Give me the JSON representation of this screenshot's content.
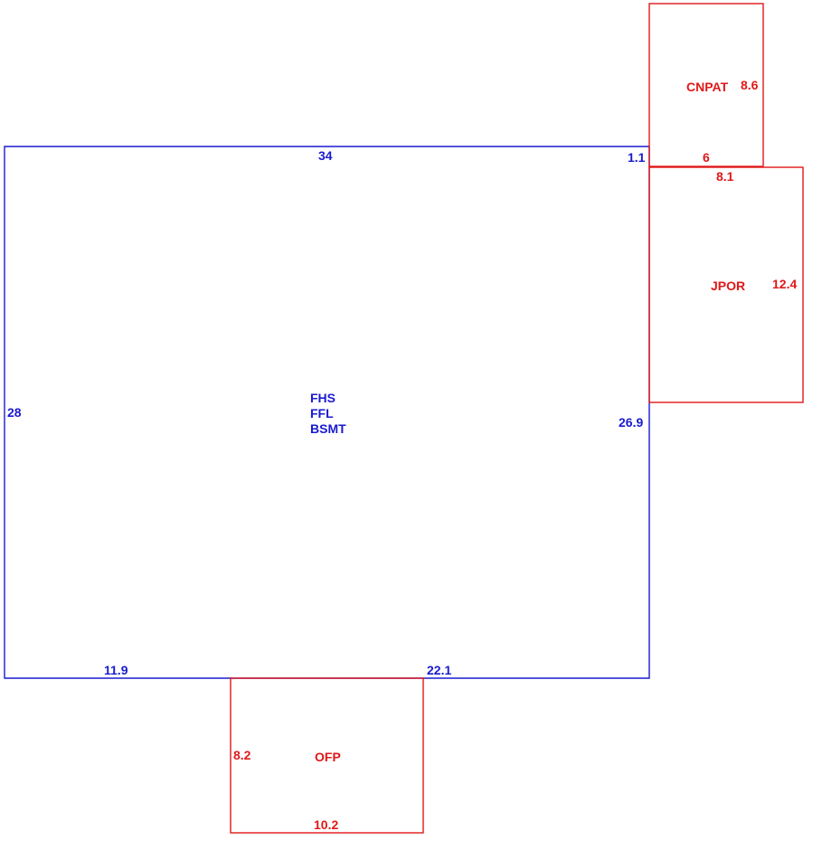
{
  "main_area": {
    "labels": [
      "FHS",
      "FFL",
      "BSMT"
    ],
    "dims": {
      "top": "34",
      "top_right_step": "1.1",
      "left": "28",
      "right": "26.9",
      "bottom_left": "11.9",
      "bottom_right": "22.1"
    }
  },
  "cnpat": {
    "label": "CNPAT",
    "side": "8.6",
    "bottom": "6"
  },
  "jpor": {
    "label": "JPOR",
    "top": "8.1",
    "side": "12.4"
  },
  "ofp": {
    "label": "OFP",
    "side": "8.2",
    "bottom": "10.2"
  },
  "colors": {
    "main": "#1a1ad0",
    "addition": "#e01818"
  }
}
